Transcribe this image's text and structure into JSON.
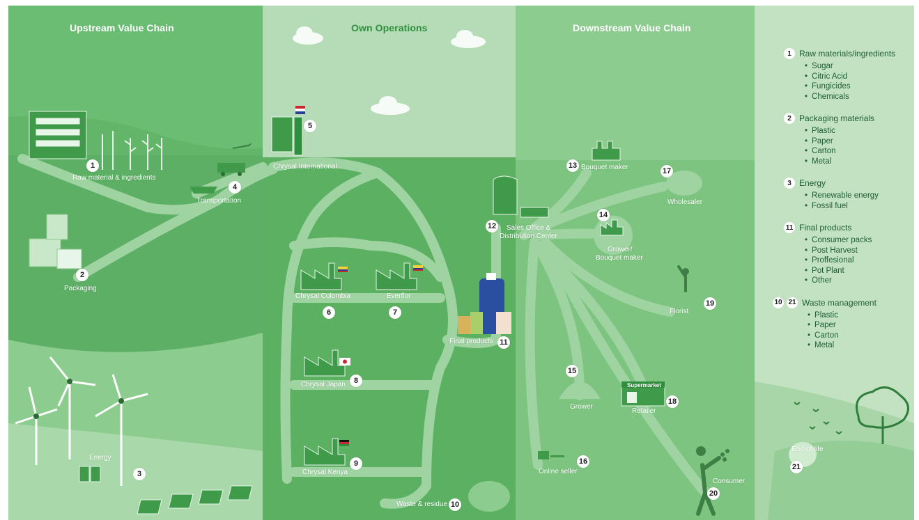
{
  "columns": {
    "upstream": "Upstream Value Chain",
    "own": "Own Operations",
    "downstream": "Downstream Value Chain"
  },
  "colors": {
    "upstream_bg": "#6bbd73",
    "own_top_bg": "#b5dcb7",
    "own_main_bg": "#5cb062",
    "downstream_bg": "#7cc47f",
    "legend_bg": "#c2e2c2",
    "path": "#9fd4a2",
    "title_white": "#ffffff",
    "title_green": "#2f8f3e"
  },
  "nodes": {
    "n1": {
      "num": "1",
      "label": "Raw material & ingredients"
    },
    "n2": {
      "num": "2",
      "label": "Packaging"
    },
    "n3": {
      "num": "3",
      "label": "Energy"
    },
    "n4": {
      "num": "4",
      "label": "Transportation"
    },
    "n5": {
      "num": "5",
      "label": "Chrysal International"
    },
    "n6": {
      "num": "6",
      "label": "Chrysal Colombia"
    },
    "n7": {
      "num": "7",
      "label": "Everflor"
    },
    "n8": {
      "num": "8",
      "label": "Chrysal Japan"
    },
    "n9": {
      "num": "9",
      "label": "Chrysal Kenya"
    },
    "n10": {
      "num": "10",
      "label": "Waste & residue"
    },
    "n11": {
      "num": "11",
      "label": "Final products"
    },
    "n12": {
      "num": "12",
      "label": "Sales Office &",
      "label2": "Distribution Center"
    },
    "n13": {
      "num": "13",
      "label": "Bouquet maker"
    },
    "n14": {
      "num": "14",
      "label": "Grower/",
      "label2": "Bouquet maker"
    },
    "n15": {
      "num": "15",
      "label": "Grower"
    },
    "n16": {
      "num": "16",
      "label": "Online seller"
    },
    "n17": {
      "num": "17",
      "label": "Wholesaler"
    },
    "n18": {
      "num": "18",
      "label": "Retailer"
    },
    "n19": {
      "num": "19",
      "label": "Florist"
    },
    "n20": {
      "num": "20",
      "label": "Consumer"
    },
    "n21": {
      "num": "21",
      "label": "End-of-life"
    }
  },
  "signs": {
    "supermarket": "Supermarket"
  },
  "legend": [
    {
      "badges": [
        "1"
      ],
      "title": "Raw materials/ingredients",
      "items": [
        "Sugar",
        "Citric Acid",
        "Fungicides",
        "Chemicals"
      ]
    },
    {
      "badges": [
        "2"
      ],
      "title": "Packaging materials",
      "items": [
        "Plastic",
        "Paper",
        "Carton",
        "Metal"
      ]
    },
    {
      "badges": [
        "3"
      ],
      "title": "Energy",
      "items": [
        "Renewable energy",
        "Fossil fuel"
      ]
    },
    {
      "badges": [
        "11"
      ],
      "title": "Final products",
      "items": [
        "Consumer packs",
        "Post Harvest",
        "Proffesional",
        "Pot Plant",
        "Other"
      ]
    },
    {
      "badges": [
        "10",
        "21"
      ],
      "title": "Waste management",
      "items": [
        "Plastic",
        "Paper",
        "Carton",
        "Metal"
      ]
    }
  ]
}
